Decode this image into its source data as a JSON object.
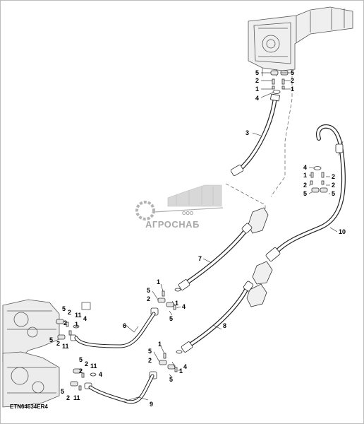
{
  "diagram": {
    "figure_code": "ETN64634ER4",
    "callouts": {
      "top_5a": "5",
      "top_5b": "5",
      "top_2a": "2",
      "top_2b": "2",
      "top_1a": "1",
      "top_1b": "1",
      "top_4": "4",
      "hose_3": "3",
      "right_4": "4",
      "right_1": "1",
      "right_2a": "2",
      "right_2b": "2",
      "right_5a": "5",
      "right_5b": "5",
      "hose_10": "10",
      "hose_7": "7",
      "mid_1": "1",
      "mid_5a": "5",
      "mid_2": "2",
      "mid_4": "4",
      "mid_5b": "5",
      "hose_8": "8",
      "left_5": "5",
      "left_2": "2",
      "left_11": "11",
      "left_4": "4",
      "left_5b": "5",
      "left_2b": "2",
      "left_11b": "11",
      "hose_6": "6",
      "low_1": "1",
      "low_5a": "5",
      "low_2": "2",
      "low_4": "4",
      "low_5b": "5",
      "bl_5": "5",
      "bl_2": "2",
      "bl_11": "11",
      "bl_4": "4",
      "bl_5b": "5",
      "bl_2b": "2",
      "bl_11b": "11",
      "hose_9": "9"
    }
  },
  "watermark": {
    "brand": "АГРОСНАБ",
    "prefix": "ООО"
  }
}
